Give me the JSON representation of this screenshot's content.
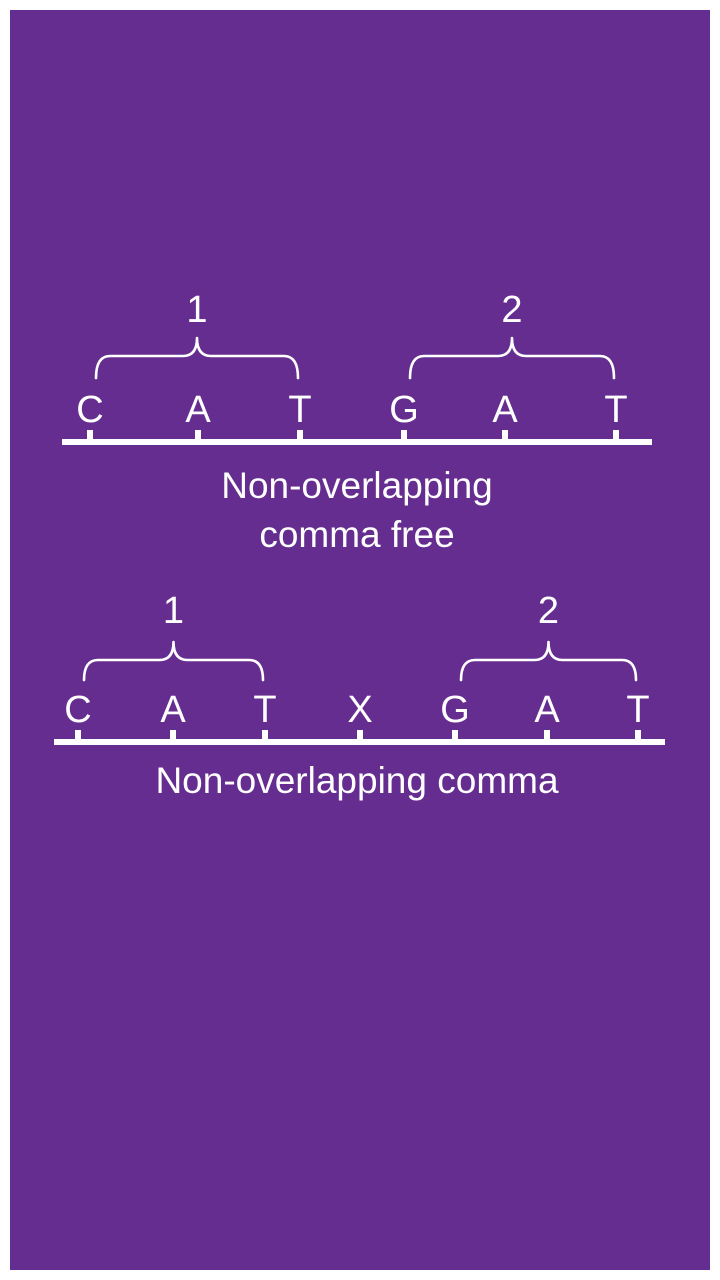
{
  "colors": {
    "background": "#652d90",
    "outer_border": "#ffffff",
    "foreground": "#ffffff"
  },
  "diagrams": [
    {
      "id": "comma-free",
      "letters": [
        "C",
        "A",
        "T",
        "G",
        "A",
        "T"
      ],
      "groups": [
        {
          "label": "1",
          "start_index": 0,
          "end_index": 2
        },
        {
          "label": "2",
          "start_index": 3,
          "end_index": 5
        }
      ],
      "caption_lines": [
        "Non-overlapping",
        "comma free"
      ]
    },
    {
      "id": "comma",
      "letters": [
        "C",
        "A",
        "T",
        "X",
        "G",
        "A",
        "T"
      ],
      "groups": [
        {
          "label": "1",
          "start_index": 0,
          "end_index": 2
        },
        {
          "label": "2",
          "start_index": 4,
          "end_index": 6
        }
      ],
      "caption_lines": [
        "Non-overlapping comma"
      ]
    }
  ]
}
